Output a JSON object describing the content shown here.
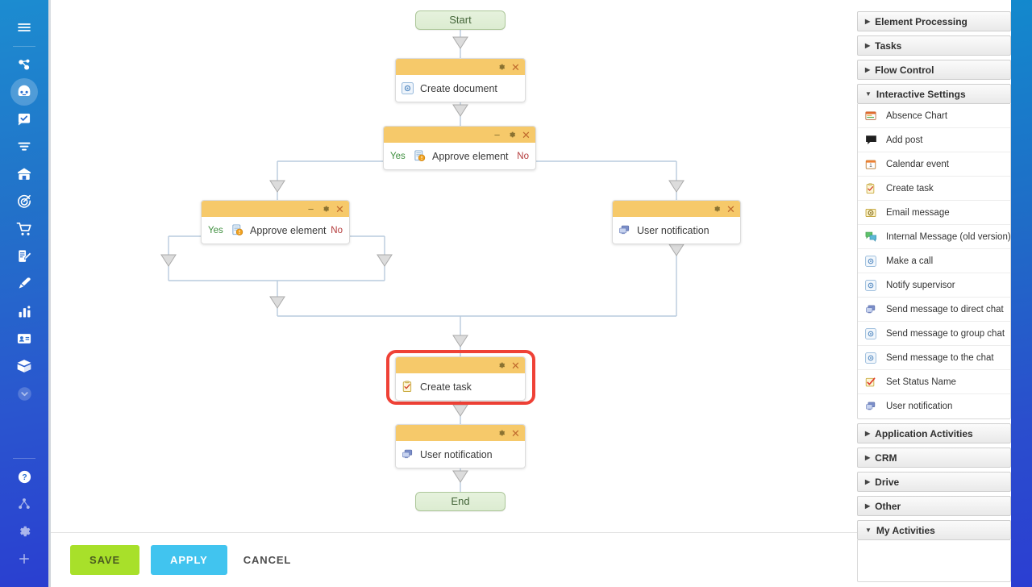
{
  "left_rail": {
    "items": [
      {
        "name": "hamburger-menu-icon",
        "label": "Menu"
      },
      {
        "name": "automation-icon",
        "label": "Automation"
      },
      {
        "name": "robot-icon",
        "label": "Bots",
        "active": true
      },
      {
        "name": "tasks-check-icon",
        "label": "Tasks"
      },
      {
        "name": "feed-icon",
        "label": "Feed"
      },
      {
        "name": "company-icon",
        "label": "Company"
      },
      {
        "name": "target-icon",
        "label": "CRM"
      },
      {
        "name": "cart-icon",
        "label": "Online Store"
      },
      {
        "name": "sign-document-icon",
        "label": "Sign"
      },
      {
        "name": "marketing-icon",
        "label": "Marketing"
      },
      {
        "name": "analytics-bar-icon",
        "label": "Analytics"
      },
      {
        "name": "contact-card-icon",
        "label": "Contact Center"
      },
      {
        "name": "drive-box-icon",
        "label": "Drive"
      },
      {
        "name": "more-chevron-icon",
        "label": "More"
      },
      {
        "name": "help-question-icon",
        "label": "Help"
      },
      {
        "name": "sitemap-icon",
        "label": "Sitemap"
      },
      {
        "name": "gear-settings-icon",
        "label": "Settings"
      },
      {
        "name": "plus-add-icon",
        "label": "Add"
      }
    ]
  },
  "flow": {
    "nodes": [
      {
        "id": "start",
        "type": "terminator",
        "title": "Start"
      },
      {
        "id": "create-document",
        "type": "action",
        "title": "Create document",
        "icon": "make-a-call-icon",
        "controls": [
          "gear",
          "close"
        ]
      },
      {
        "id": "approve-element-1",
        "type": "branch",
        "title": "Approve element",
        "icon": "approve-element-icon",
        "yes": "Yes",
        "no": "No",
        "controls": [
          "minimize",
          "gear",
          "close"
        ]
      },
      {
        "id": "approve-element-2",
        "type": "branch",
        "title": "Approve element",
        "icon": "approve-element-icon",
        "yes": "Yes",
        "no": "No",
        "controls": [
          "minimize",
          "gear",
          "close"
        ]
      },
      {
        "id": "user-notification-1",
        "type": "action",
        "title": "User notification",
        "icon": "user-notification-icon",
        "controls": [
          "gear",
          "close"
        ]
      },
      {
        "id": "create-task",
        "type": "action",
        "title": "Create task",
        "icon": "create-task-icon",
        "controls": [
          "gear",
          "close"
        ],
        "selected": true
      },
      {
        "id": "user-notification-2",
        "type": "action",
        "title": "User notification",
        "icon": "user-notification-icon",
        "controls": [
          "gear",
          "close"
        ]
      },
      {
        "id": "end",
        "type": "terminator",
        "title": "End"
      }
    ],
    "selection_color": "#ef4136",
    "node_header_color": "#f6c96a",
    "connector_color": "#b9cbdd"
  },
  "right_panel": {
    "sections": [
      {
        "id": "element-processing",
        "label": "Element Processing",
        "expanded": false,
        "items": []
      },
      {
        "id": "tasks",
        "label": "Tasks",
        "expanded": false,
        "items": []
      },
      {
        "id": "flow-control",
        "label": "Flow Control",
        "expanded": false,
        "items": []
      },
      {
        "id": "interactive-settings",
        "label": "Interactive Settings",
        "expanded": true,
        "items": [
          {
            "label": "Absence Chart",
            "icon": "absence-chart-icon"
          },
          {
            "label": "Add post",
            "icon": "add-post-icon"
          },
          {
            "label": "Calendar event",
            "icon": "calendar-event-icon"
          },
          {
            "label": "Create task",
            "icon": "create-task-icon"
          },
          {
            "label": "Email message",
            "icon": "email-message-icon"
          },
          {
            "label": "Internal Message (old version)",
            "icon": "internal-message-icon"
          },
          {
            "label": "Make a call",
            "icon": "make-a-call-icon"
          },
          {
            "label": "Notify supervisor",
            "icon": "notify-supervisor-icon"
          },
          {
            "label": "Send message to direct chat",
            "icon": "send-direct-chat-icon"
          },
          {
            "label": "Send message to group chat",
            "icon": "send-group-chat-icon"
          },
          {
            "label": "Send message to the chat",
            "icon": "send-the-chat-icon"
          },
          {
            "label": "Set Status Name",
            "icon": "set-status-name-icon"
          },
          {
            "label": "User notification",
            "icon": "user-notification-icon"
          }
        ]
      },
      {
        "id": "application-activities",
        "label": "Application Activities",
        "expanded": false,
        "items": []
      },
      {
        "id": "crm",
        "label": "CRM",
        "expanded": false,
        "items": []
      },
      {
        "id": "drive",
        "label": "Drive",
        "expanded": false,
        "items": []
      },
      {
        "id": "other",
        "label": "Other",
        "expanded": false,
        "items": []
      },
      {
        "id": "my-activities",
        "label": "My Activities",
        "expanded": true,
        "items": []
      }
    ],
    "caret_expanded": "▼",
    "caret_collapsed": "▶"
  },
  "bottom_bar": {
    "save_label": "SAVE",
    "apply_label": "APPLY",
    "cancel_label": "CANCEL",
    "save_color": "#a8e02a",
    "apply_color": "#41c4ef"
  }
}
